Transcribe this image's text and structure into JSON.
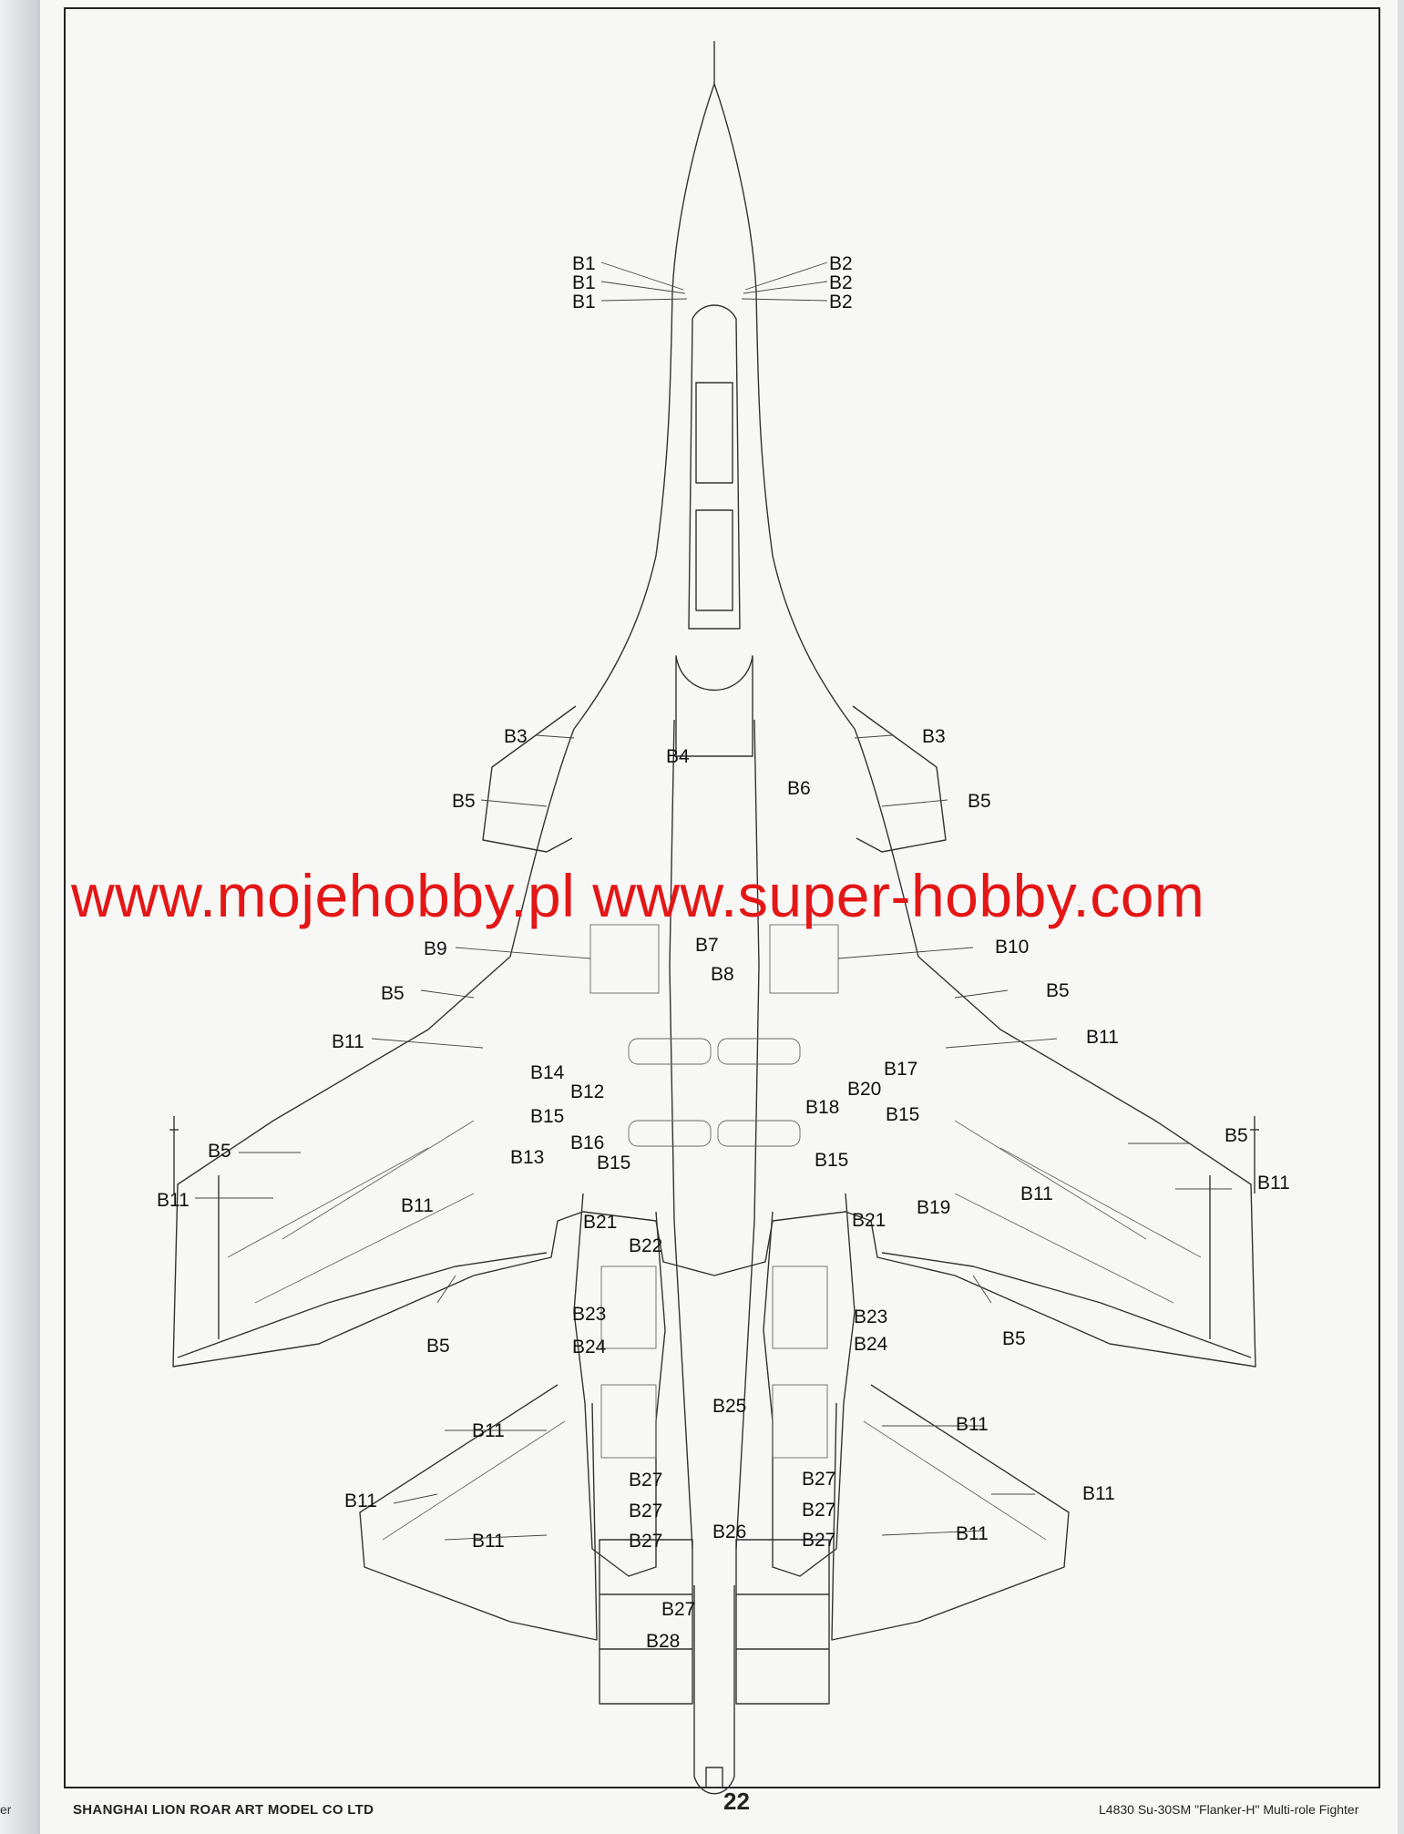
{
  "watermark": "www.mojehobby.pl www.super-hobby.com",
  "footer": {
    "publisher": "SHANGHAI LION ROAR ART MODEL CO LTD",
    "page_number": "22",
    "kit_title": "L4830 Su-30SM \"Flanker-H\" Multi-role Fighter",
    "left_page_fragment": "er"
  },
  "callouts": {
    "b1a": "B1",
    "b1b": "B1",
    "b1c": "B1",
    "b2a": "B2",
    "b2b": "B2",
    "b2c": "B2",
    "b3l": "B3",
    "b3r": "B3",
    "b4": "B4",
    "b6": "B6",
    "b5a": "B5",
    "b5b": "B5",
    "b5c": "B5",
    "b5d": "B5",
    "b5e": "B5",
    "b5f": "B5",
    "b5g": "B5",
    "b5h": "B5",
    "b7": "B7",
    "b8": "B8",
    "b9": "B9",
    "b10": "B10",
    "b11a": "B11",
    "b11b": "B11",
    "b11c": "B11",
    "b11d": "B11",
    "b11e": "B11",
    "b11f": "B11",
    "b11g": "B11",
    "b11h": "B11",
    "b11i": "B11",
    "b11j": "B11",
    "b11k": "B11",
    "b11l": "B11",
    "b12": "B12",
    "b13": "B13",
    "b14": "B14",
    "b15a": "B15",
    "b15b": "B15",
    "b15c": "B15",
    "b15d": "B15",
    "b16": "B16",
    "b17": "B17",
    "b18": "B18",
    "b19": "B19",
    "b20": "B20",
    "b21l": "B21",
    "b21r": "B21",
    "b22": "B22",
    "b23l": "B23",
    "b23r": "B23",
    "b24l": "B24",
    "b24r": "B24",
    "b25": "B25",
    "b26": "B26",
    "b27a": "B27",
    "b27b": "B27",
    "b27c": "B27",
    "b27d": "B27",
    "b27e": "B27",
    "b27f": "B27",
    "b27g": "B27",
    "b28": "B28"
  }
}
